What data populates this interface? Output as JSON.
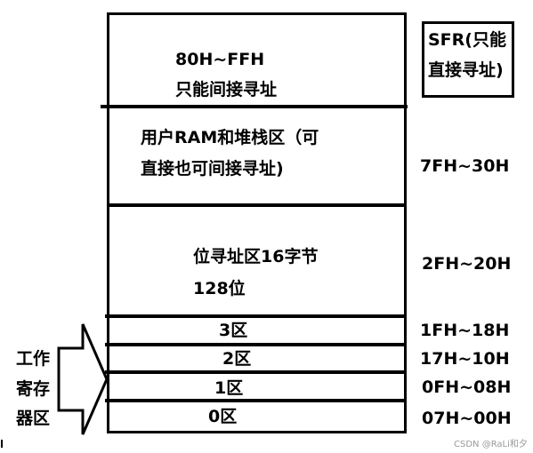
{
  "ram_regions": {
    "upper": {
      "line1": "80H~FFH",
      "line2": "只能间接寻址"
    },
    "user_ram": {
      "line1": "用户RAM和堆栈区（可",
      "line2": "直接也可间接寻址)"
    },
    "bit_area": {
      "line1": "位寻址区16字节",
      "line2": "128位"
    },
    "bank3": "3区",
    "bank2": "2区",
    "bank1": "1区",
    "bank0": "0区"
  },
  "sfr": {
    "line1": "SFR(只能",
    "line2": "直接寻址)"
  },
  "addresses": {
    "user_ram": "7FH~30H",
    "bit_area": "2FH~20H",
    "bank3": "1FH~18H",
    "bank2": "17H~10H",
    "bank1": "0FH~08H",
    "bank0": "07H~00H"
  },
  "working_registers_label": {
    "line1": "工作",
    "line2": "寄存",
    "line3": "器区"
  },
  "watermark": "CSDN @RaLi和夕"
}
